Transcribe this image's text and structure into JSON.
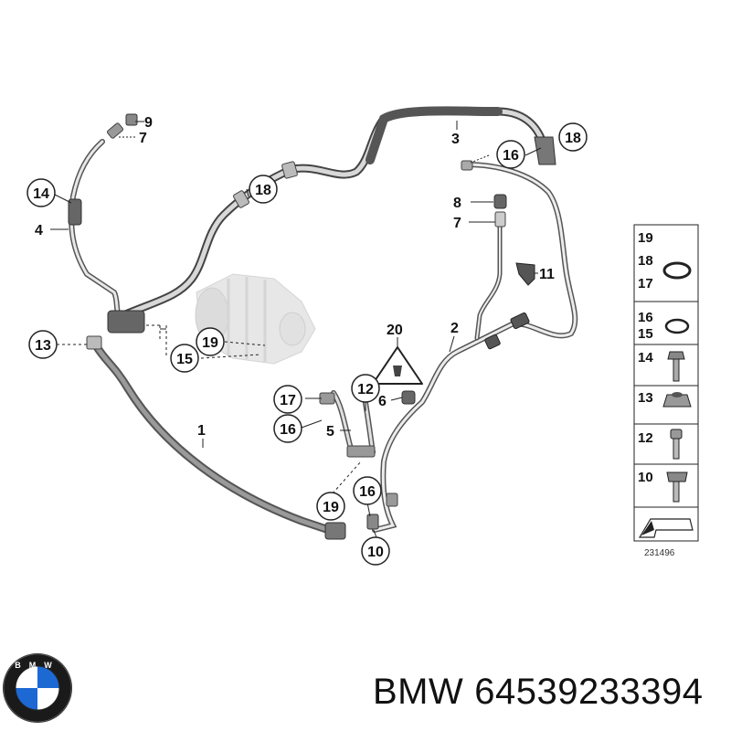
{
  "callouts": {
    "c1": "1",
    "c2": "2",
    "c3": "3",
    "c4": "4",
    "c5": "5",
    "c6": "6",
    "c7a": "7",
    "c7b": "7",
    "c8": "8",
    "c9": "9",
    "c10": "10",
    "c11": "11",
    "c12": "12",
    "c13": "13",
    "c14": "14",
    "c15": "15",
    "c16a": "16",
    "c16b": "16",
    "c16c": "16",
    "c17": "17",
    "c18a": "18",
    "c18b": "18",
    "c19a": "19",
    "c19b": "19",
    "c20": "20"
  },
  "legend": {
    "row1": [
      "19",
      "18",
      "17"
    ],
    "row2": [
      "16",
      "15"
    ],
    "row3": "14",
    "row4": "13",
    "row5": "12",
    "row6": "10"
  },
  "reference_number": "231496",
  "caption": {
    "brand": "BMW",
    "part_number": "64539233394"
  },
  "logo": {
    "text": "BMW",
    "colors": {
      "blue": "#1c69d4",
      "white": "#ffffff",
      "ring": "#1a1a1a"
    }
  }
}
